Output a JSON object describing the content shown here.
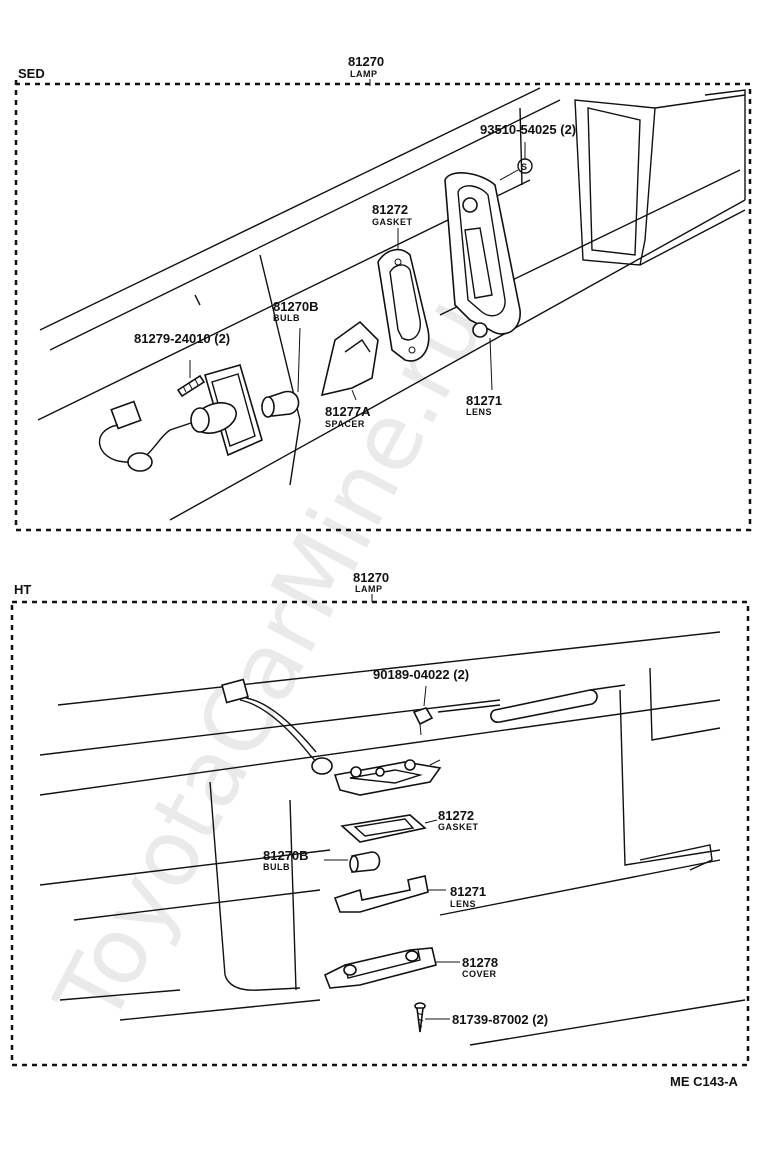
{
  "sections": {
    "sed": {
      "tag": "SED",
      "title_number": "81270",
      "title_label": "LAMP",
      "callouts": {
        "screw": "93510-54025 (2)",
        "gasket_num": "81272",
        "gasket_lbl": "GASKET",
        "bulb_num": "81270B",
        "bulb_lbl": "BULB",
        "bolt": "81279-24010 (2)",
        "spacer_num": "81277A",
        "spacer_lbl": "SPACER",
        "lens_num": "81271",
        "lens_lbl": "LENS"
      }
    },
    "ht": {
      "tag": "HT",
      "title_number": "81270",
      "title_label": "LAMP",
      "callouts": {
        "nut": "90189-04022 (2)",
        "gasket_num": "81272",
        "gasket_lbl": "GASKET",
        "bulb_num": "81270B",
        "bulb_lbl": "BULB",
        "lens_num": "81271",
        "lens_lbl": "LENS",
        "cover_num": "81278",
        "cover_lbl": "COVER",
        "screw": "81739-87002 (2)"
      }
    }
  },
  "footer": {
    "code": "ME C143-A"
  },
  "watermark": "ToyotaCarMine.ru"
}
